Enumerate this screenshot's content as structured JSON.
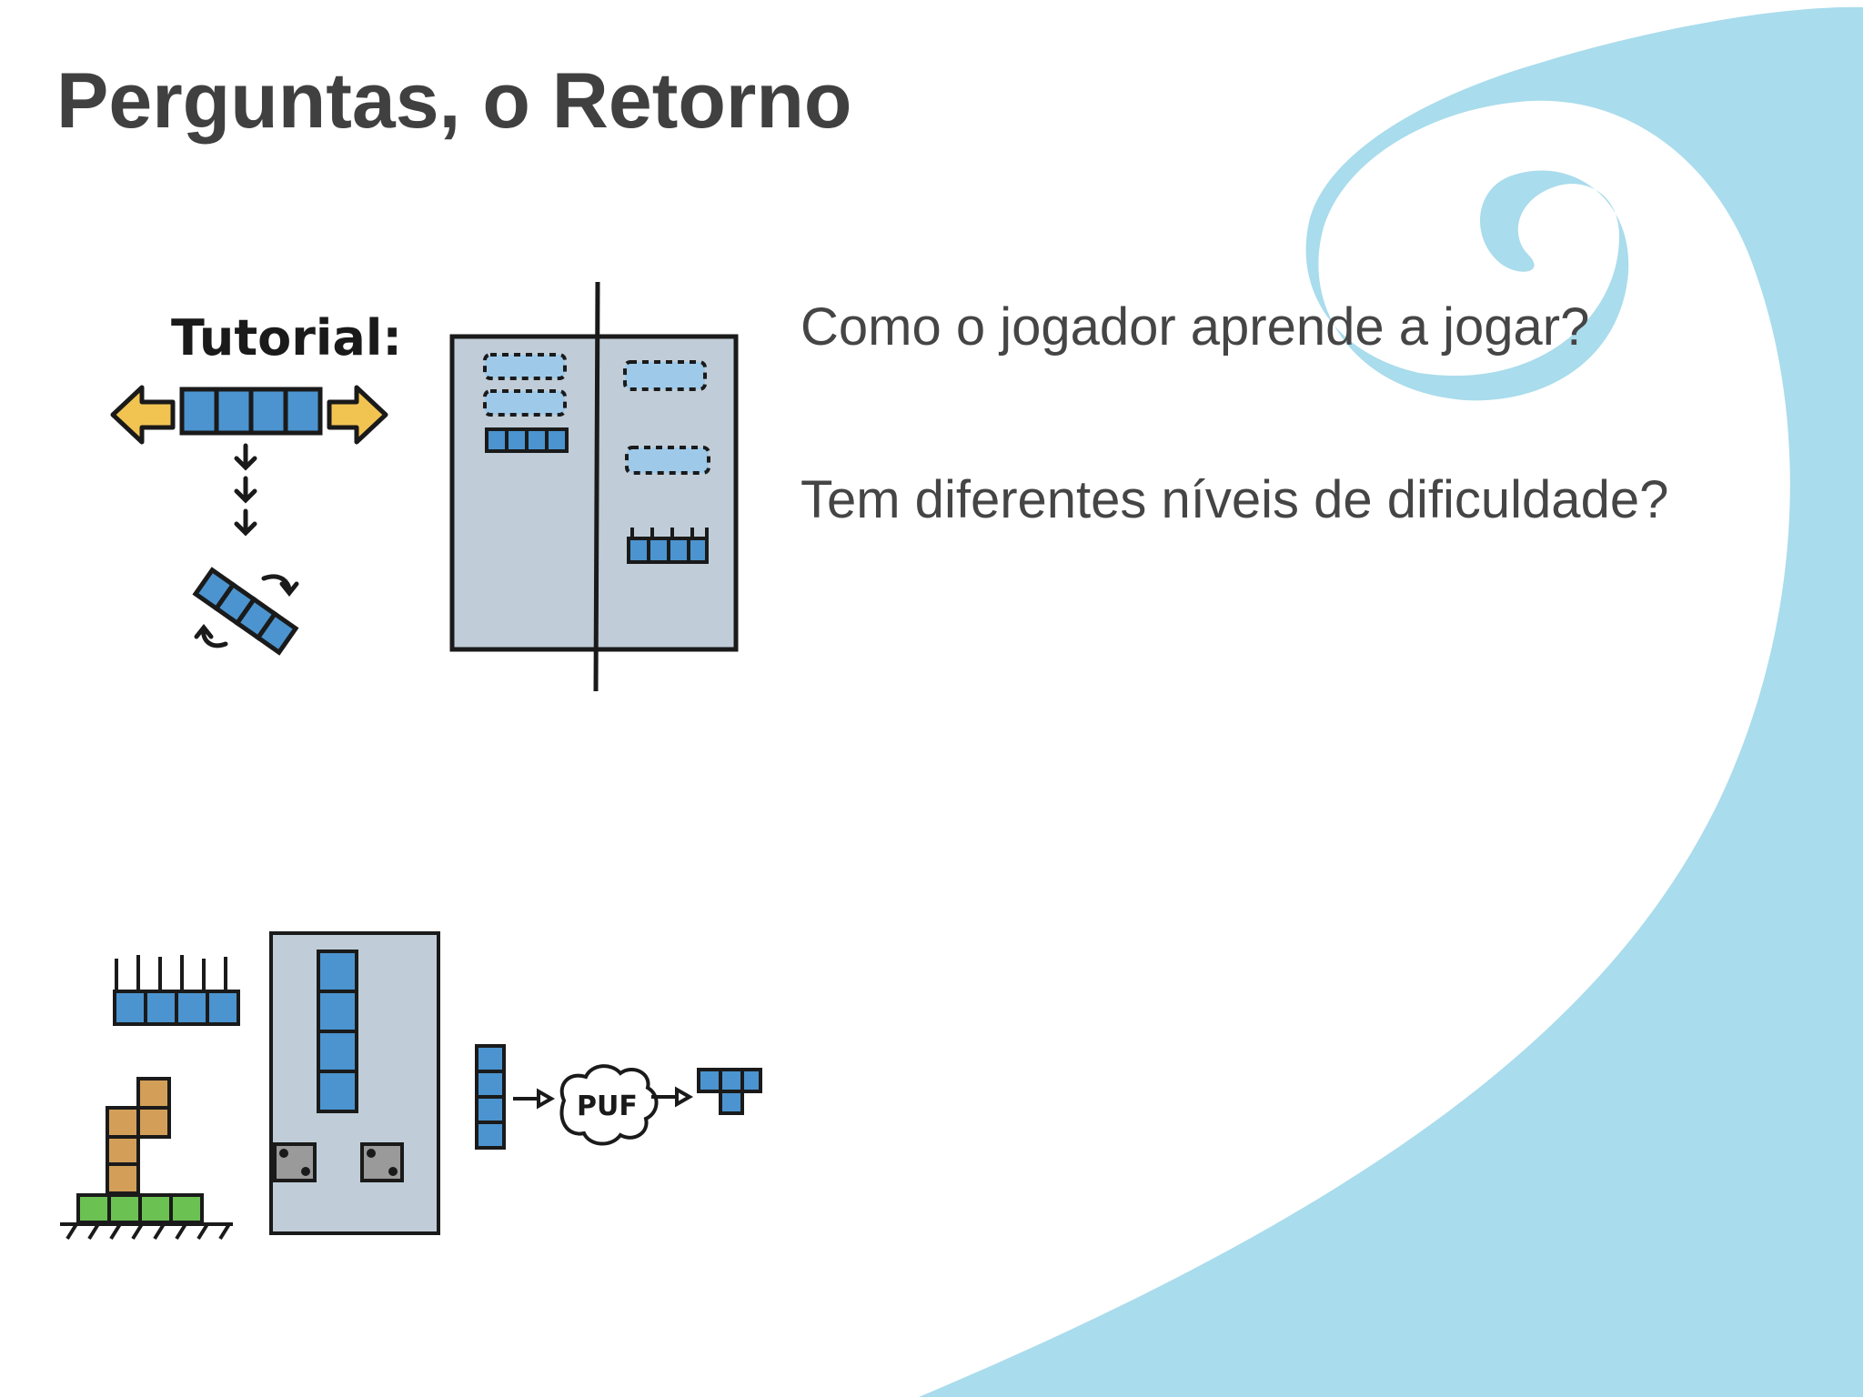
{
  "slide": {
    "title": "Perguntas, o Retorno",
    "questions": [
      "Como o jogador aprende a jogar?",
      "Tem diferentes níveis de dificuldade?"
    ]
  },
  "illustrations": {
    "tutorial_label": "Tutorial:",
    "puf_label": "PUF"
  },
  "colors": {
    "wave": "#a9dcec",
    "block_blue": "#4b94cf",
    "light_blue": "#9fc9e8",
    "board_gray": "#c0cdd8",
    "arrow_yellow": "#f1c452",
    "block_orange": "#d39f58",
    "block_green": "#6bc252",
    "block_gray": "#9a9a9a",
    "title_text": "#404040",
    "body_text": "#454545"
  }
}
